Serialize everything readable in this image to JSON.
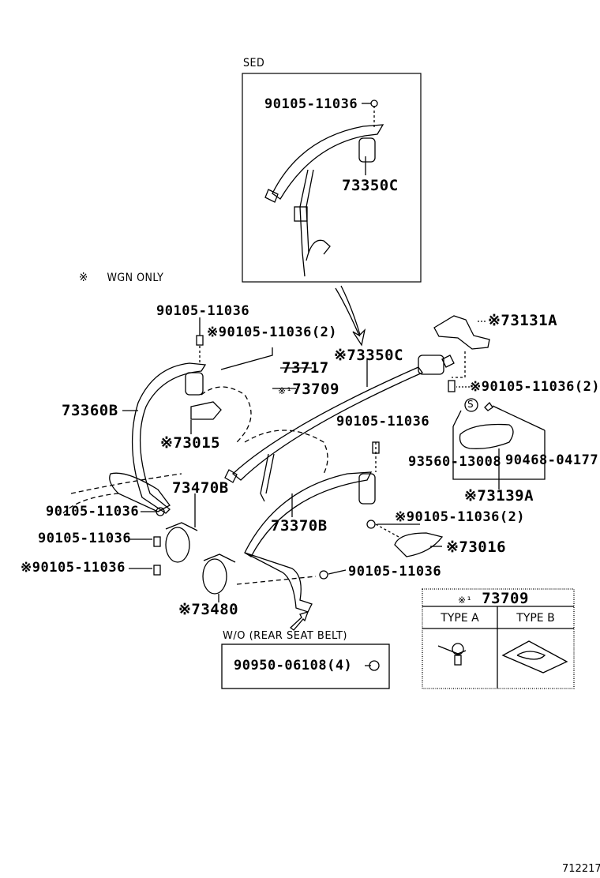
{
  "diagram": {
    "title": "Rear seat belt parts diagram",
    "figure_number": "712217",
    "legend_note": {
      "symbol": "※",
      "text": "WGN ONLY"
    },
    "sedan_inset": {
      "label": "SED",
      "parts": [
        {
          "part_no": "90105-11036"
        },
        {
          "part_no": "73350C"
        }
      ]
    },
    "callouts": [
      {
        "id": "c1",
        "prefix": "",
        "part_no": "90105-11036"
      },
      {
        "id": "c2",
        "prefix": "※",
        "part_no": "90105-11036(2)"
      },
      {
        "id": "c3",
        "prefix": "",
        "part_no": "73717"
      },
      {
        "id": "c4",
        "prefix": "※¹",
        "part_no": "73709"
      },
      {
        "id": "c5",
        "prefix": "※",
        "part_no": "73350C"
      },
      {
        "id": "c6",
        "prefix": "※",
        "part_no": "73131A"
      },
      {
        "id": "c7",
        "prefix": "※",
        "part_no": "90105-11036(2)"
      },
      {
        "id": "c8",
        "prefix": "",
        "part_no": "73360B"
      },
      {
        "id": "c9",
        "prefix": "※",
        "part_no": "73015"
      },
      {
        "id": "c10",
        "prefix": "",
        "part_no": "90105-11036"
      },
      {
        "id": "c11",
        "prefix": "",
        "part_no": "93560-13008"
      },
      {
        "id": "c12",
        "prefix": "",
        "part_no": "90468-04177"
      },
      {
        "id": "c13",
        "prefix": "※",
        "part_no": "73139A"
      },
      {
        "id": "c14",
        "prefix": "",
        "part_no": "73470B"
      },
      {
        "id": "c15",
        "prefix": "",
        "part_no": "90105-11036"
      },
      {
        "id": "c16",
        "prefix": "",
        "part_no": "73370B"
      },
      {
        "id": "c17",
        "prefix": "",
        "part_no": "90105-11036"
      },
      {
        "id": "c18",
        "prefix": "※",
        "part_no": "90105-11036(2)"
      },
      {
        "id": "c19",
        "prefix": "※",
        "part_no": "73016"
      },
      {
        "id": "c20",
        "prefix": "※",
        "part_no": "90105-11036"
      },
      {
        "id": "c21",
        "prefix": "",
        "part_no": "90105-11036"
      },
      {
        "id": "c22",
        "prefix": "※",
        "part_no": "73480"
      }
    ],
    "s_marker": "S",
    "rear_seat_belt_box": {
      "heading": "W/O (REAR SEAT BELT)",
      "part_no": "90950-06108(4)"
    },
    "type_table": {
      "prefix": "※¹",
      "part_no": "73709",
      "columns": [
        "TYPE A",
        "TYPE B"
      ]
    }
  }
}
